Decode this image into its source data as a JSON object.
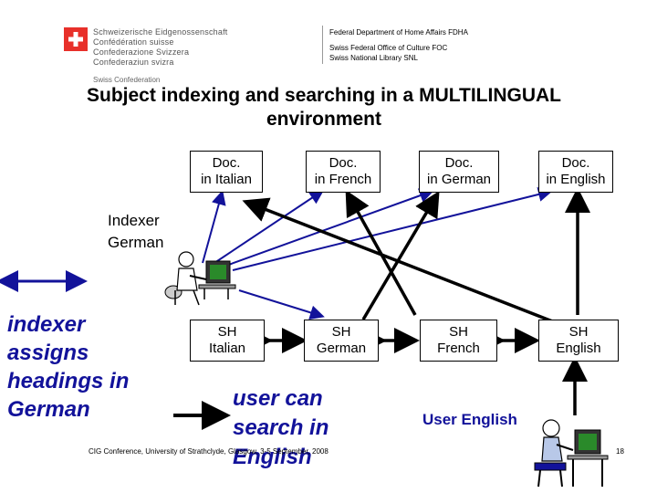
{
  "header": {
    "confederation_lines": [
      "Schweizerische Eidgenossenschaft",
      "Confédération suisse",
      "Confederazione Svizzera",
      "Confederaziun svizra"
    ],
    "confederation_en": "Swiss Confederation",
    "department": "Federal Department of Home Affairs FDHA",
    "office_lines": [
      "Swiss Federal Office of Culture FOC",
      "Swiss National Library SNL"
    ]
  },
  "title_lines": [
    "Subject indexing and searching in a MULTILINGUAL",
    "environment"
  ],
  "docs": [
    {
      "line1": "Doc.",
      "line2": "in Italian"
    },
    {
      "line1": "Doc.",
      "line2": "in French"
    },
    {
      "line1": "Doc.",
      "line2": "in German"
    },
    {
      "line1": "Doc.",
      "line2": "in English"
    }
  ],
  "subject_headings": [
    {
      "line1": "SH",
      "line2": "Italian"
    },
    {
      "line1": "SH",
      "line2": "German"
    },
    {
      "line1": "SH",
      "line2": "French"
    },
    {
      "line1": "SH",
      "line2": "English"
    }
  ],
  "indexer_label": [
    "Indexer",
    "German"
  ],
  "legend": {
    "indexer_assigns": [
      "indexer",
      "assigns",
      "headings in",
      "German"
    ],
    "user_search": [
      "user can",
      "search in",
      "English"
    ]
  },
  "user_label": "User English",
  "footer": "CIG Conference, University of Strathclyde, Glasgow, 3-5 September, 2008",
  "page_number": "18",
  "colors": {
    "legend_text": "#12129a",
    "arrow_blue": "#12129a",
    "flag_red": "#e8302a"
  }
}
